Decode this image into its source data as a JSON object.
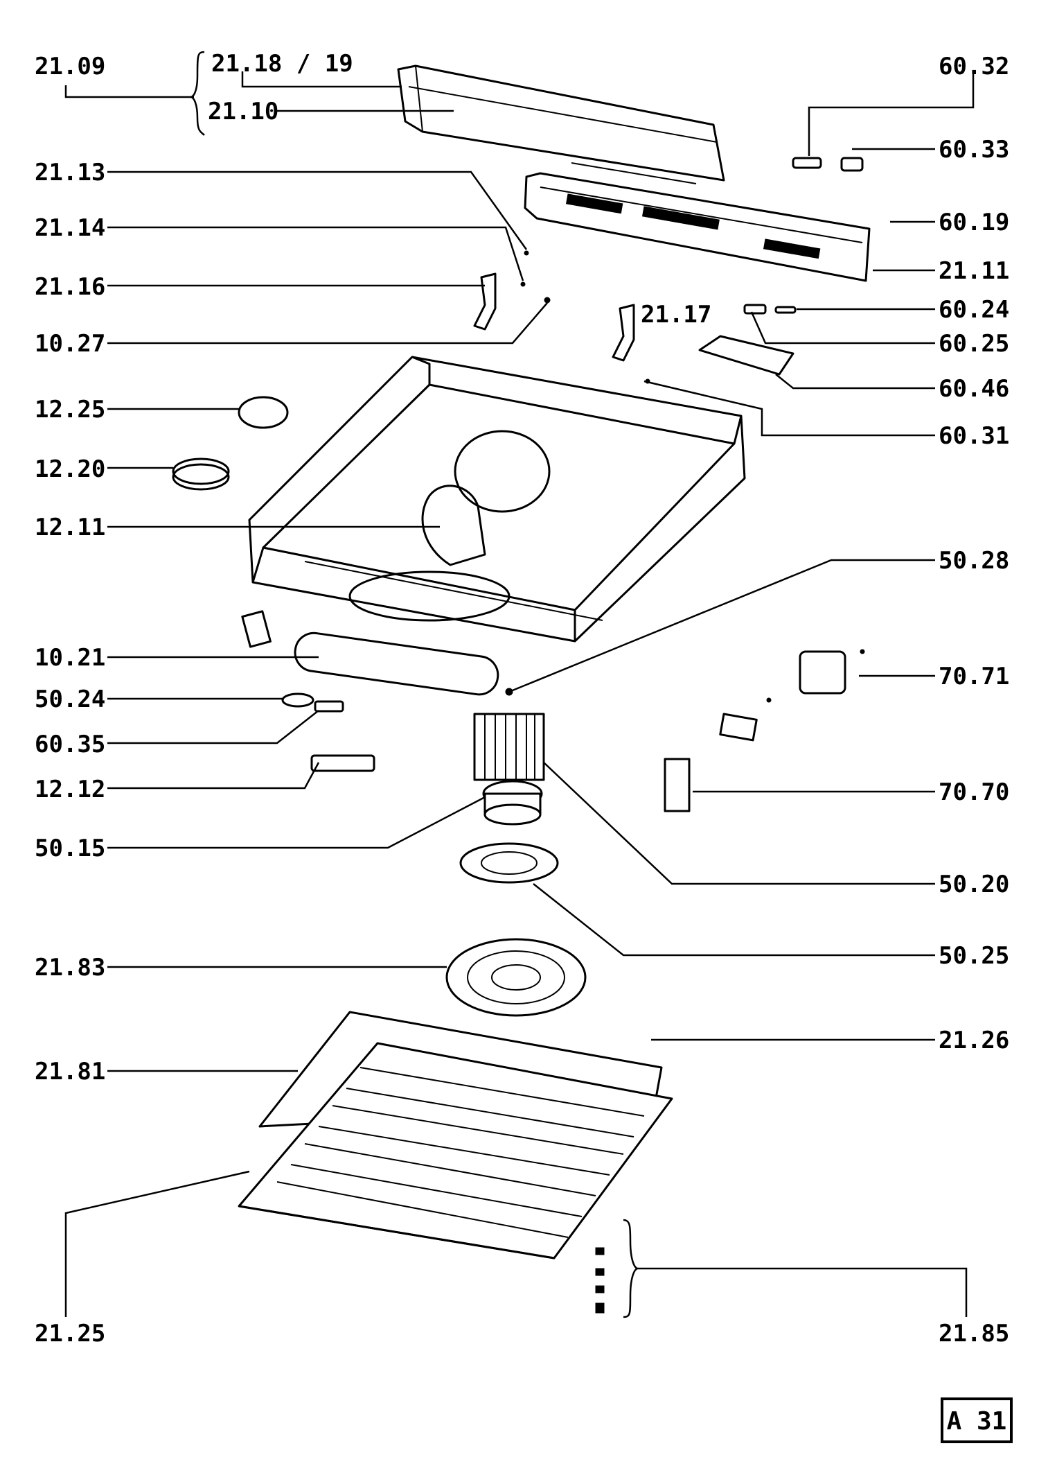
{
  "labels": {
    "l2109": "21.09",
    "l2118": "21.18 / 19",
    "l2110": "21.10",
    "l2113": "21.13",
    "l2114": "21.14",
    "l2116": "21.16",
    "l1027": "10.27",
    "l1225": "12.25",
    "l1220": "12.20",
    "l1211": "12.11",
    "l1021": "10.21",
    "l5024": "50.24",
    "l6035": "60.35",
    "l1212": "12.12",
    "l5015": "50.15",
    "l2183": "21.83",
    "l2181": "21.81",
    "l2125": "21.25",
    "l6032": "60.32",
    "l6033": "60.33",
    "l6019": "60.19",
    "l2111": "21.11",
    "l2117": "21.17",
    "l6024": "60.24",
    "l6025": "60.25",
    "l6046": "60.46",
    "l6031": "60.31",
    "l5028": "50.28",
    "l7071": "70.71",
    "l7070": "70.70",
    "l5020": "50.20",
    "l5025": "50.25",
    "l2126": "21.26",
    "l2185": "21.85"
  },
  "sheet_code": "A 31"
}
